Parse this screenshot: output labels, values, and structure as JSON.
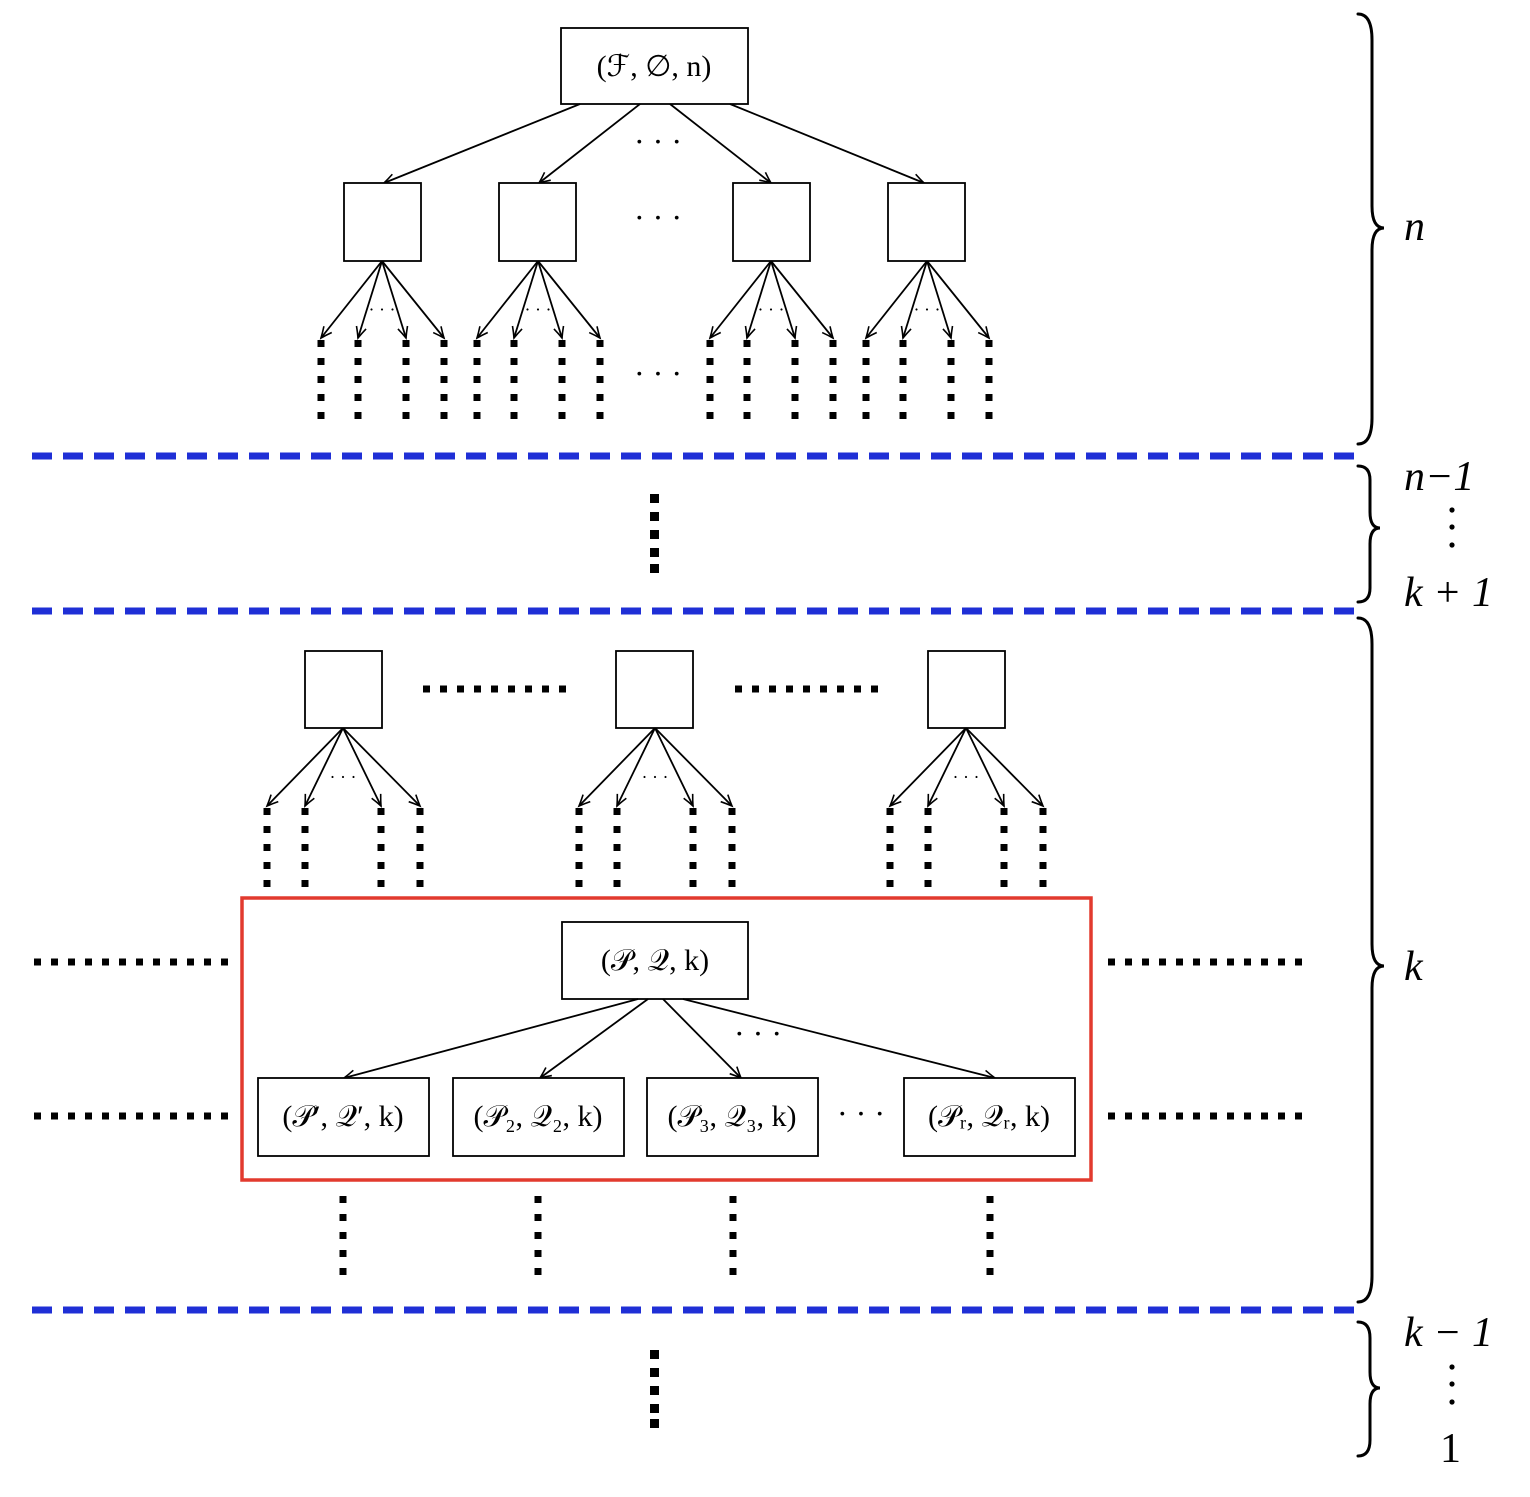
{
  "colors": {
    "level_separator": "#1f2fd6",
    "highlight": "#e23a2e",
    "ink": "#000000"
  },
  "nodes": {
    "root": "(ℱ, ∅, n)",
    "sub_root": "(𝒫, 𝒬, k)",
    "child_1": "(𝒫′, 𝒬′, k)",
    "child_2": "(𝒫₂, 𝒬₂, k)",
    "child_3": "(𝒫₃, 𝒬₃, k)",
    "child_r": "(𝒫ᵣ, 𝒬ᵣ, k)"
  },
  "levels": {
    "top": "n",
    "mid_upper": "n−1",
    "mid_lower": "k + 1",
    "main": "k",
    "low_upper": "k − 1",
    "low_lower": "1"
  },
  "glyphs": {
    "hdots": "· · ·",
    "vdots": "⋮"
  }
}
